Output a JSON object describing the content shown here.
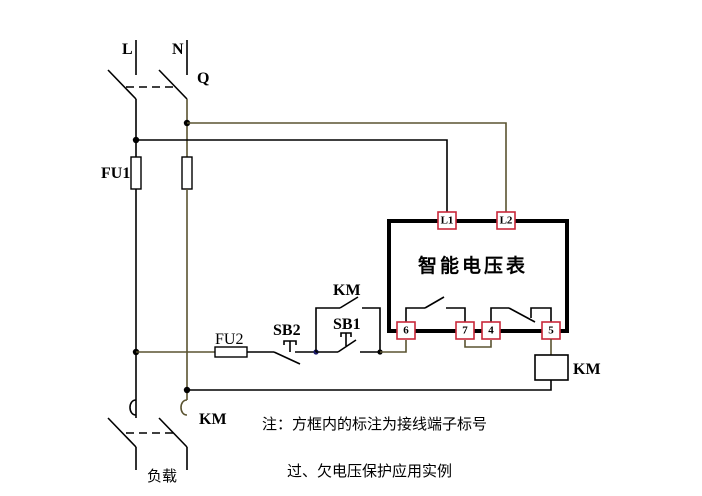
{
  "diagram": {
    "title": "过、欠电压保护应用实例",
    "note": "注：方框内的标注为接线端子标号",
    "labels": {
      "line": "L",
      "neutral": "N",
      "breaker": "Q",
      "fuse1": "FU1",
      "fuse2": "FU2",
      "stop_button": "SB2",
      "start_button": "SB1",
      "contactor_aux": "KM",
      "contactor_coil": "KM",
      "contactor_main": "KM",
      "load": "负载"
    },
    "meter": {
      "name": "智能电压表",
      "terminals": [
        "L1",
        "L2",
        "6",
        "7",
        "4",
        "5"
      ]
    },
    "colors": {
      "wire": "#000000",
      "wire_olive": "#5a5330",
      "terminal_border": "#c8283a"
    }
  }
}
